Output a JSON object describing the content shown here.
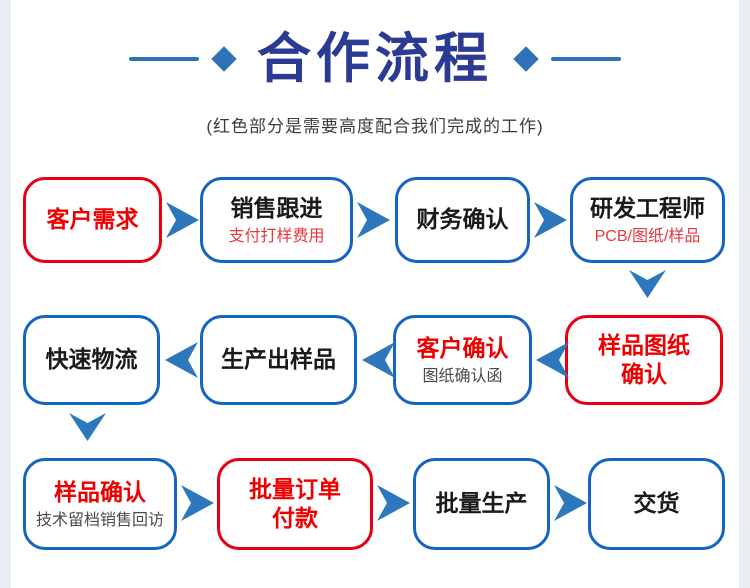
{
  "header": {
    "title": "合作流程",
    "subtitle": "(红色部分是需要高度配合我们完成的工作)"
  },
  "colors": {
    "title_blue": "#2b3a92",
    "accent_blue": "#2e73b8",
    "arrow_blue": "#2d77bd",
    "box_border_blue": "#1464c0",
    "box_border_red": "#e60012",
    "red_text": "#ee0000",
    "red_sub_text": "#e5383f",
    "gray_sub_text": "#4a4a4a",
    "edge_strip": "#e8edf4"
  },
  "flow": {
    "boxes": [
      {
        "title": "客户需求",
        "border": "red",
        "title_red": true,
        "sub": "",
        "sub_color": ""
      },
      {
        "title": "销售跟进",
        "border": "blue",
        "title_red": false,
        "sub": "支付打样费用",
        "sub_color": "red"
      },
      {
        "title": "财务确认",
        "border": "blue",
        "title_red": false,
        "sub": "",
        "sub_color": ""
      },
      {
        "title": "研发工程师",
        "border": "blue",
        "title_red": false,
        "sub": "PCB/图纸/样品",
        "sub_color": "red"
      },
      {
        "title": "样品图纸\n确认",
        "border": "red",
        "title_red": true,
        "sub": "",
        "sub_color": ""
      },
      {
        "title": "客户确认",
        "border": "blue",
        "title_red": true,
        "sub": "图纸确认函",
        "sub_color": "gray"
      },
      {
        "title": "生产出样品",
        "border": "blue",
        "title_red": false,
        "sub": "",
        "sub_color": ""
      },
      {
        "title": "快速物流",
        "border": "blue",
        "title_red": false,
        "sub": "",
        "sub_color": ""
      },
      {
        "title": "样品确认",
        "border": "blue",
        "title_red": true,
        "sub": "技术留档销售回访",
        "sub_color": "gray"
      },
      {
        "title": "批量订单\n付款",
        "border": "red",
        "title_red": true,
        "sub": "",
        "sub_color": ""
      },
      {
        "title": "批量生产",
        "border": "blue",
        "title_red": false,
        "sub": "",
        "sub_color": ""
      },
      {
        "title": "交货",
        "border": "blue",
        "title_red": false,
        "sub": "",
        "sub_color": ""
      }
    ]
  }
}
